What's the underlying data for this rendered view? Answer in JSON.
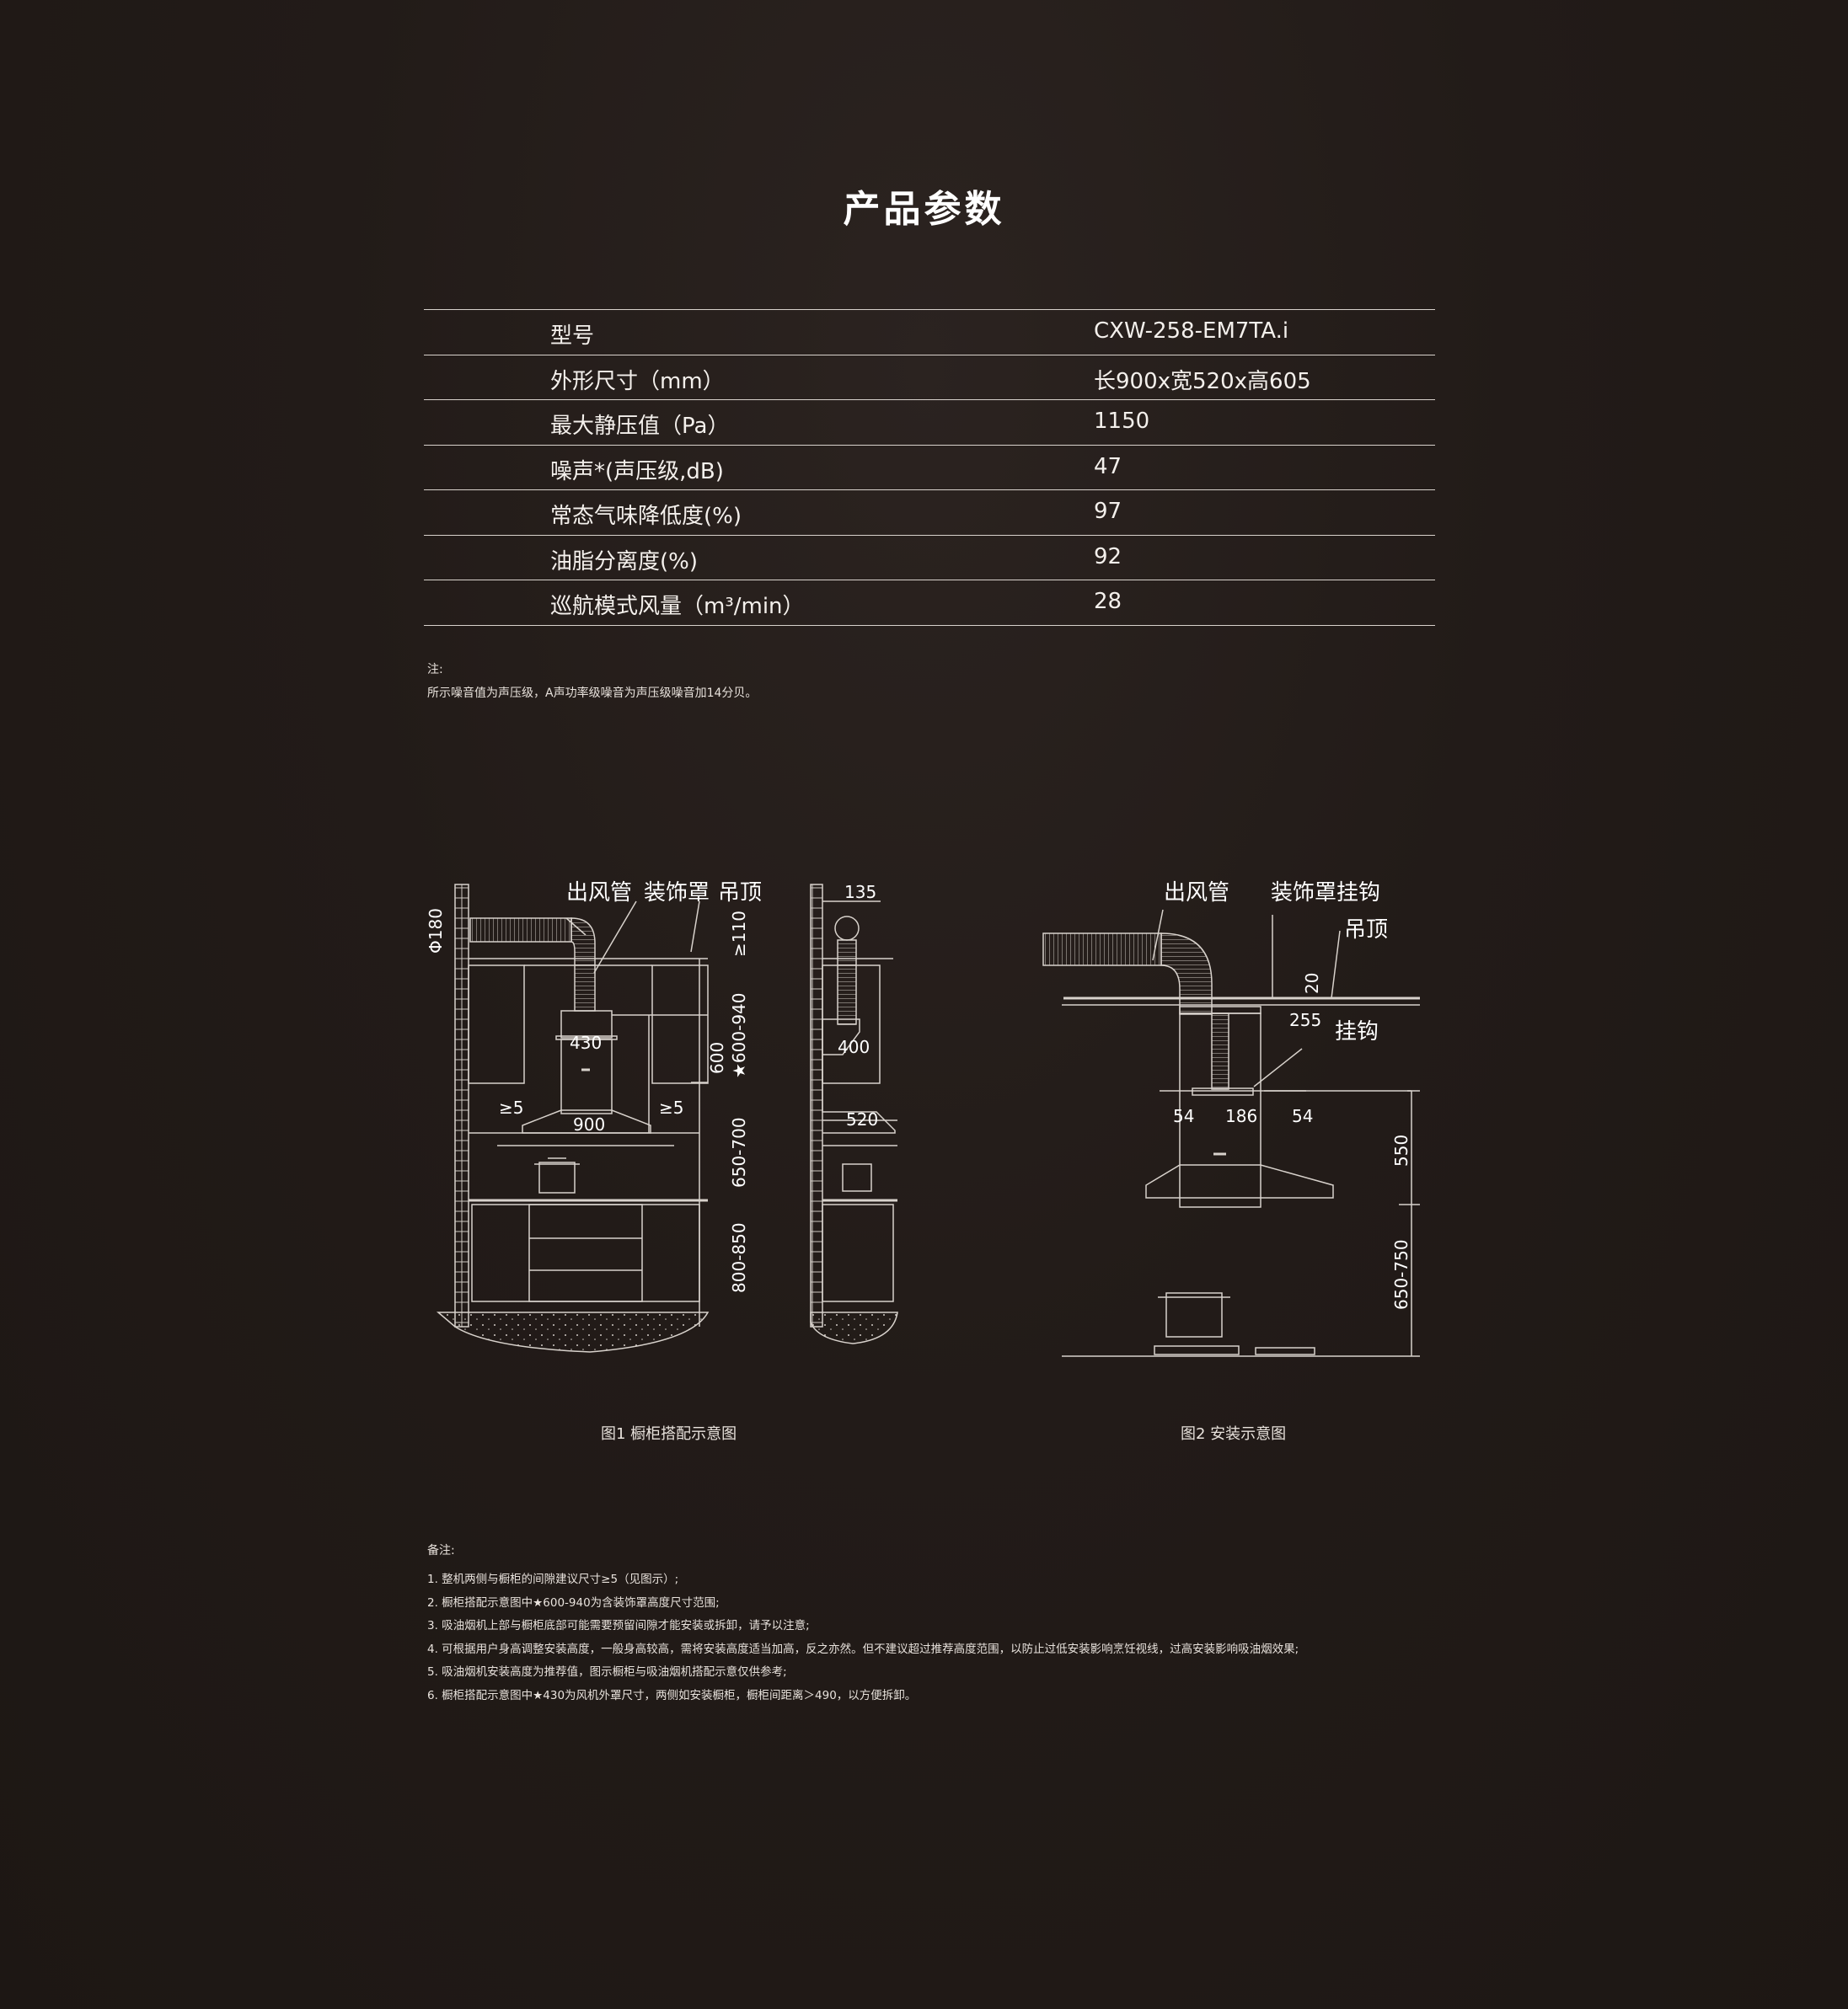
{
  "page": {
    "title": "产品参数"
  },
  "specs": [
    {
      "label": "型号",
      "value": "CXW-258-EM7TA.i"
    },
    {
      "label": "外形尺寸（mm）",
      "value": "长900x宽520x高605"
    },
    {
      "label": "最大静压值（Pa）",
      "value": "1150"
    },
    {
      "label": "噪声*(声压级,dB)",
      "value": "47"
    },
    {
      "label": "常态气味降低度(%)",
      "value": "97"
    },
    {
      "label": "油脂分离度(%)",
      "value": "92"
    },
    {
      "label": "巡航模式风量（m³/min）",
      "value": "28"
    }
  ],
  "note": {
    "title": "注:",
    "text": "所示噪音值为声压级，A声功率级噪音为声压级噪音加14分贝。"
  },
  "figure1": {
    "labels": {
      "outlet": "出风管",
      "cover": "装饰罩",
      "ceiling": "吊顶",
      "phi": "Φ180",
      "d110": "≥110",
      "d600_940": "★600-940",
      "d600": "600",
      "d430": "430",
      "d5a": "≥5",
      "d5b": "≥5",
      "d900": "900",
      "d650_700": "650-700",
      "d800_850": "800-850",
      "d135": "135",
      "d400": "400",
      "d520": "520"
    },
    "caption": "图1 橱柜搭配示意图"
  },
  "figure2": {
    "labels": {
      "outlet": "出风管",
      "hook_cover": "装饰罩挂钩",
      "ceiling": "吊顶",
      "d20": "20",
      "d255": "255",
      "hook": "挂钩",
      "d54a": "54",
      "d186": "186",
      "d54b": "54",
      "d550": "550",
      "d650_750": "650-750"
    },
    "caption": "图2 安装示意图"
  },
  "remarks": {
    "title": "备注:",
    "items": [
      "1. 整机两侧与橱柜的间隙建议尺寸≥5（见图示）;",
      "2. 橱柜搭配示意图中★600-940为含装饰罩高度尺寸范围;",
      "3. 吸油烟机上部与橱柜底部可能需要预留间隙才能安装或拆卸，请予以注意;",
      "4. 可根据用户身高调整安装高度，一般身高较高，需将安装高度适当加高，反之亦然。但不建议超过推荐高度范围，以防止过低安装影响烹饪视线，过高安装影响吸油烟效果;",
      "5. 吸油烟机安装高度为推荐值，图示橱柜与吸油烟机搭配示意仅供参考;",
      "6. 橱柜搭配示意图中★430为风机外罩尺寸，两侧如安装橱柜，橱柜间距离＞490，以方便拆卸。"
    ]
  }
}
